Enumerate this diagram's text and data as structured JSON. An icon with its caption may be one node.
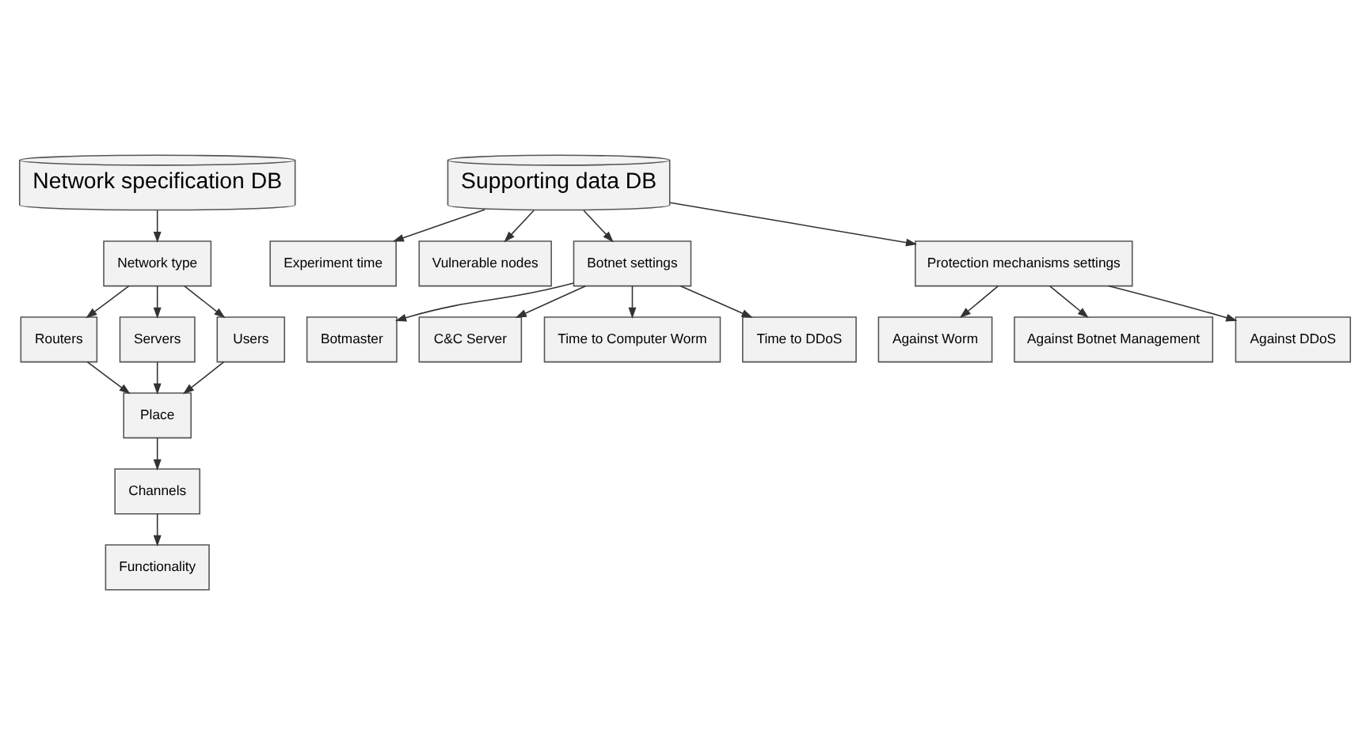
{
  "diagram": {
    "nodes": [
      {
        "text": [
          "Network specification DB"
        ]
      },
      {
        "text": [
          "Network type"
        ]
      },
      {
        "text": [
          "Routers"
        ]
      },
      {
        "text": [
          "Servers"
        ]
      },
      {
        "text": [
          "Users"
        ]
      },
      {
        "text": [
          "Place"
        ]
      },
      {
        "text": [
          "Channels"
        ]
      },
      {
        "text": [
          "Functionality"
        ]
      },
      {
        "text": [
          "Supporting data DB"
        ]
      },
      {
        "text": [
          "Experiment time"
        ]
      },
      {
        "text": [
          "Vulnerable nodes"
        ]
      },
      {
        "text": [
          "Botnet settings"
        ]
      },
      {
        "text": [
          "Protection mechanisms settings"
        ]
      },
      {
        "text": [
          "Botmaster"
        ]
      },
      {
        "text": [
          "C&C Server"
        ]
      },
      {
        "text": [
          "Time to Computer Worm"
        ]
      },
      {
        "text": [
          "Time to DDoS"
        ]
      },
      {
        "text": [
          "Against Worm"
        ]
      },
      {
        "text": [
          "Against Botnet Management"
        ]
      },
      {
        "text": [
          "Against DDoS"
        ]
      }
    ],
    "edges": [
      {
        "from": 0,
        "to": 1,
        "arrow": "to"
      },
      {
        "from": 1,
        "to": 2,
        "arrow": "to"
      },
      {
        "from": 1,
        "to": 3,
        "arrow": "to"
      },
      {
        "from": 1,
        "to": 4,
        "arrow": "to"
      },
      {
        "from": 2,
        "to": 5,
        "arrow": "to"
      },
      {
        "from": 3,
        "to": 5,
        "arrow": "to"
      },
      {
        "from": 4,
        "to": 5,
        "arrow": "to"
      },
      {
        "from": 5,
        "to": 6,
        "arrow": "to"
      },
      {
        "from": 6,
        "to": 7,
        "arrow": "to"
      },
      {
        "from": 8,
        "to": 9,
        "arrow": "to"
      },
      {
        "from": 8,
        "to": 10,
        "arrow": "to"
      },
      {
        "from": 8,
        "to": 11,
        "arrow": "to"
      },
      {
        "from": 8,
        "to": 12,
        "arrow": "to"
      },
      {
        "from": 11,
        "to": 13,
        "arrow": "to"
      },
      {
        "from": 11,
        "to": 14,
        "arrow": "to"
      },
      {
        "from": 11,
        "to": 15,
        "arrow": "to"
      },
      {
        "from": 11,
        "to": 16,
        "arrow": "to"
      },
      {
        "from": 12,
        "to": 17,
        "arrow": "to"
      },
      {
        "from": 12,
        "to": 18,
        "arrow": "to"
      },
      {
        "from": 12,
        "to": 19,
        "arrow": "to"
      }
    ]
  }
}
